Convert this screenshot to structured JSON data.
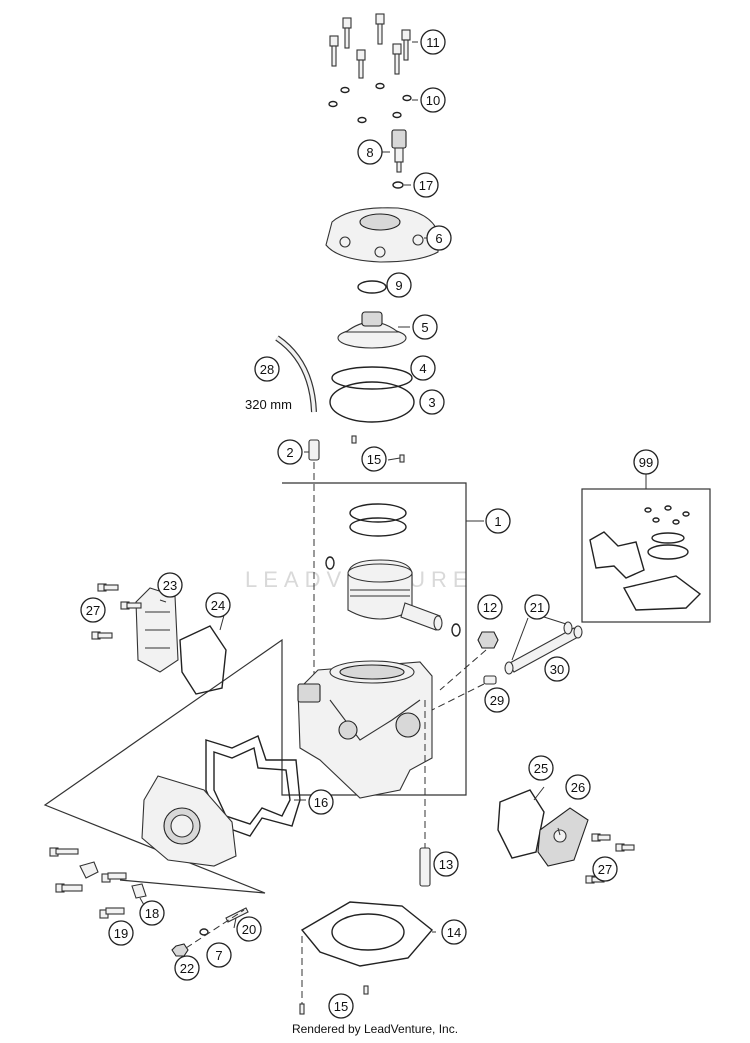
{
  "watermark": "LEADVENTURE",
  "credit": "Rendered by LeadVenture, Inc.",
  "hose_length_label": "320 mm",
  "callouts": [
    {
      "id": "11",
      "label": "11"
    },
    {
      "id": "10",
      "label": "10"
    },
    {
      "id": "8",
      "label": "8"
    },
    {
      "id": "17",
      "label": "17"
    },
    {
      "id": "6",
      "label": "6"
    },
    {
      "id": "9",
      "label": "9"
    },
    {
      "id": "5",
      "label": "5"
    },
    {
      "id": "28",
      "label": "28"
    },
    {
      "id": "4",
      "label": "4"
    },
    {
      "id": "3",
      "label": "3"
    },
    {
      "id": "2",
      "label": "2"
    },
    {
      "id": "15a",
      "label": "15"
    },
    {
      "id": "99",
      "label": "99"
    },
    {
      "id": "1",
      "label": "1"
    },
    {
      "id": "23",
      "label": "23"
    },
    {
      "id": "27a",
      "label": "27"
    },
    {
      "id": "24",
      "label": "24"
    },
    {
      "id": "12",
      "label": "12"
    },
    {
      "id": "21",
      "label": "21"
    },
    {
      "id": "30",
      "label": "30"
    },
    {
      "id": "29",
      "label": "29"
    },
    {
      "id": "25",
      "label": "25"
    },
    {
      "id": "26",
      "label": "26"
    },
    {
      "id": "16",
      "label": "16"
    },
    {
      "id": "13",
      "label": "13"
    },
    {
      "id": "27b",
      "label": "27"
    },
    {
      "id": "18",
      "label": "18"
    },
    {
      "id": "19",
      "label": "19"
    },
    {
      "id": "20",
      "label": "20"
    },
    {
      "id": "22",
      "label": "22"
    },
    {
      "id": "7",
      "label": "7"
    },
    {
      "id": "14",
      "label": "14"
    },
    {
      "id": "15b",
      "label": "15"
    }
  ]
}
